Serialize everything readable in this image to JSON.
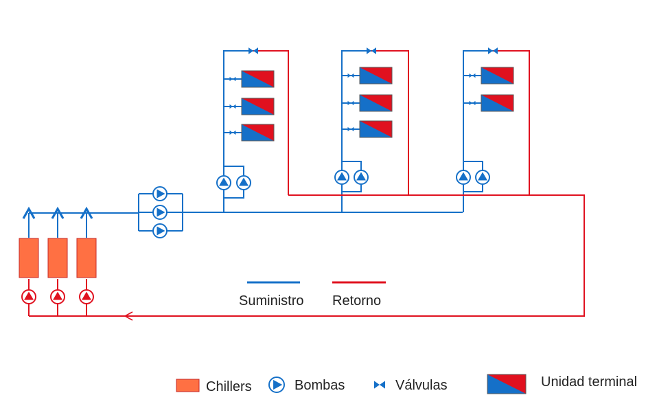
{
  "colors": {
    "supply": "#1570c8",
    "return": "#e0111f",
    "chiller_fill": "#ff7043",
    "chiller_stroke": "#c62828",
    "terminal_blue": "#1570c8",
    "terminal_red": "#e0111f"
  },
  "legend_lines": {
    "supply_label": "Suministro",
    "return_label": "Retorno"
  },
  "legend": {
    "chillers_label": "Chillers",
    "pumps_label": "Bombas",
    "valves_label": "Válvulas",
    "terminal_label": "Unidad terminal"
  },
  "system": {
    "chiller_count": 3,
    "primary_pump_count": 3,
    "branches": [
      {
        "terminal_units": 3,
        "pumps": 2
      },
      {
        "terminal_units": 3,
        "pumps": 2
      },
      {
        "terminal_units": 2,
        "pumps": 2
      }
    ]
  }
}
